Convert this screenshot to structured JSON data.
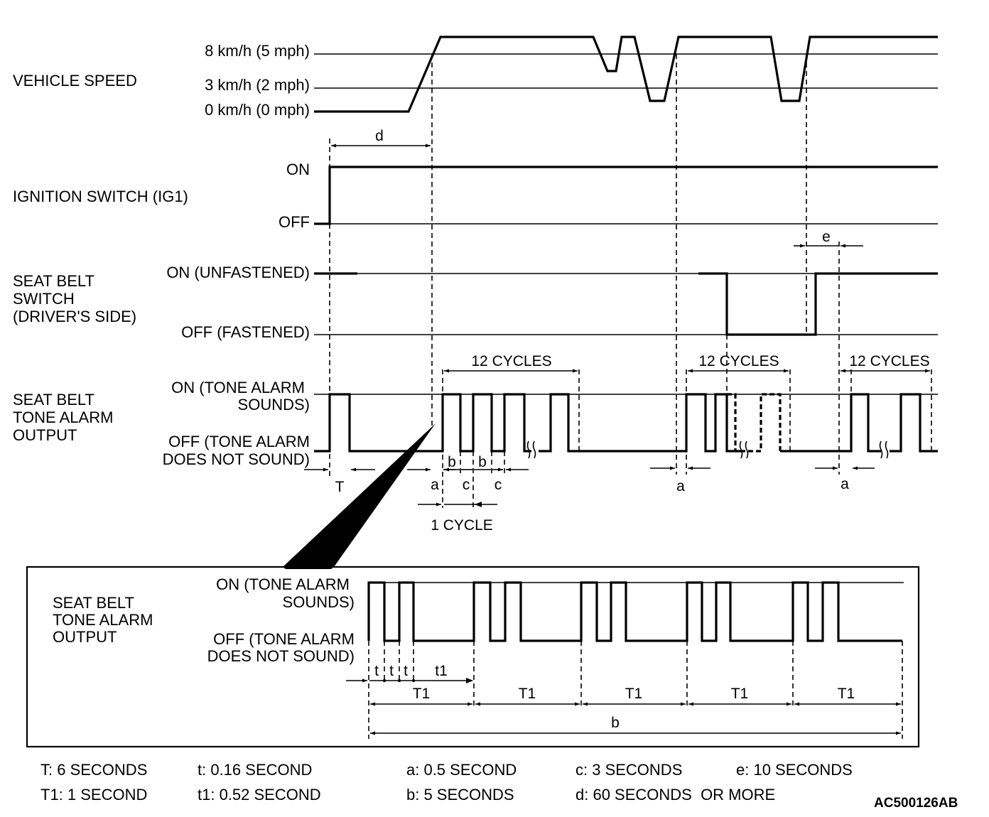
{
  "signals": {
    "vehicle_speed": {
      "title": "VEHICLE SPEED",
      "levels": [
        "8 km/h (5 mph)",
        "3 km/h (2 mph)",
        "0 km/h (0 mph)"
      ]
    },
    "ignition_switch": {
      "title": "IGNITION SWITCH (IG1)",
      "levels": [
        "ON",
        "OFF"
      ]
    },
    "seat_belt_switch": {
      "title_lines": [
        "SEAT BELT",
        "SWITCH",
        "(DRIVER'S SIDE)"
      ],
      "levels": [
        "ON (UNFASTENED)",
        "OFF (FASTENED)"
      ]
    },
    "tone_alarm_output": {
      "title_lines": [
        "SEAT BELT",
        "TONE ALARM",
        "OUTPUT"
      ],
      "on_lines": [
        "ON (TONE ALARM",
        "SOUNDS)"
      ],
      "off_lines": [
        "OFF (TONE ALARM",
        "DOES NOT SOUND)"
      ]
    }
  },
  "dimensions": {
    "d": "d",
    "T": "T",
    "a": "a",
    "b": "b",
    "c": "c",
    "e": "e",
    "one_cycle": "1 CYCLE",
    "cycles_12": "12 CYCLES"
  },
  "detail": {
    "title_lines": [
      "SEAT BELT",
      "TONE ALARM",
      "OUTPUT"
    ],
    "on_lines": [
      "ON (TONE ALARM",
      "SOUNDS)"
    ],
    "off_lines": [
      "OFF (TONE ALARM",
      "DOES NOT SOUND)"
    ],
    "t": "t",
    "t1": "t1",
    "T1": "T1",
    "b": "b"
  },
  "legend": [
    "T: 6 SECONDS",
    "t: 0.16 SECOND",
    "a: 0.5 SECOND",
    "c: 3 SECONDS",
    "e: 10 SECONDS",
    "T1: 1 SECOND",
    "t1: 0.52 SECOND",
    "b: 5 SECONDS",
    "d: 60 SECONDS  OR MORE"
  ],
  "figure_id": "AC500126AB"
}
